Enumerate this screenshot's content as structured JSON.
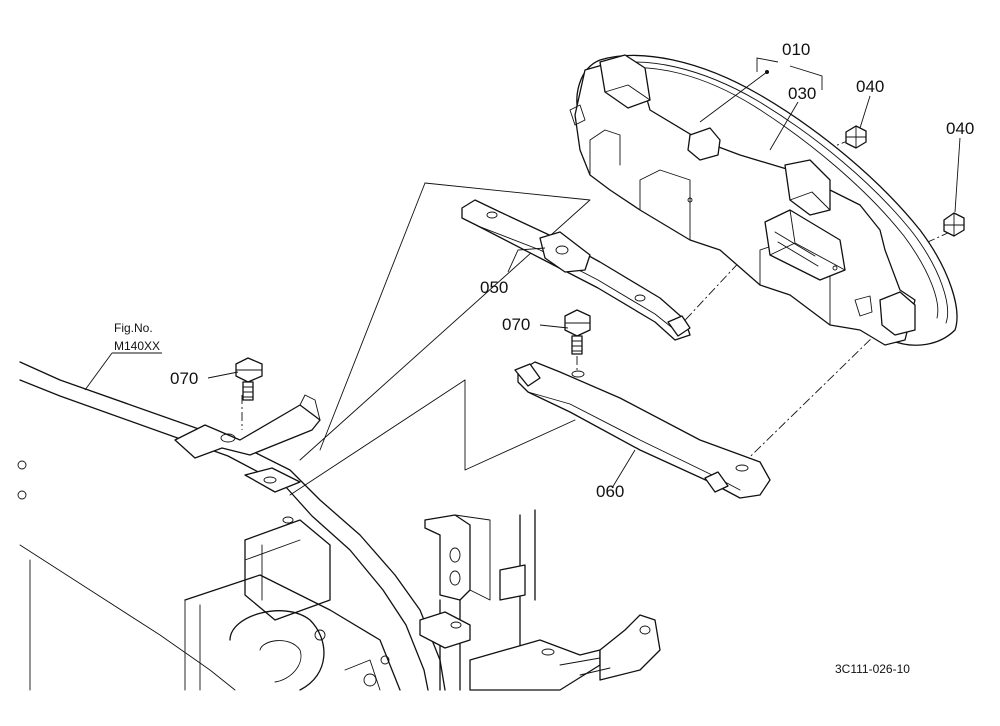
{
  "figure_ref": {
    "caption": "Fig.No.",
    "number": "M140XX"
  },
  "callouts": {
    "p010": "010",
    "p030": "030",
    "p040a": "040",
    "p040b": "040",
    "p050": "050",
    "p060": "060",
    "p070a": "070",
    "p070b": "070"
  },
  "drawing_code": "3C111-026-10"
}
